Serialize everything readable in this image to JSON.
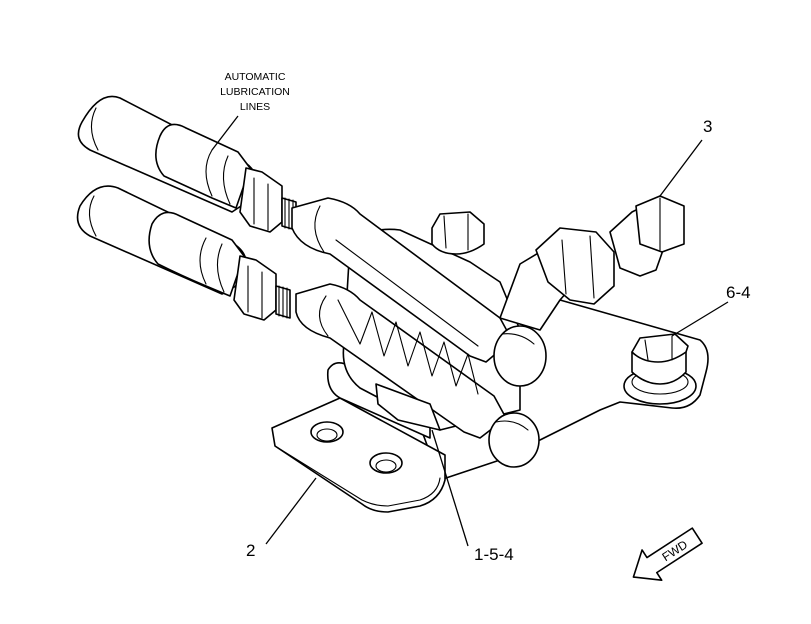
{
  "note": {
    "line1": "AUTOMATIC",
    "line2": "LUBRICATION",
    "line3": "LINES"
  },
  "callouts": {
    "c1": "3",
    "c2": "6-4",
    "c3": "2",
    "c4": "1-5-4"
  },
  "direction_arrow": {
    "label": "FWD",
    "icon": "fwd-arrow-icon"
  }
}
